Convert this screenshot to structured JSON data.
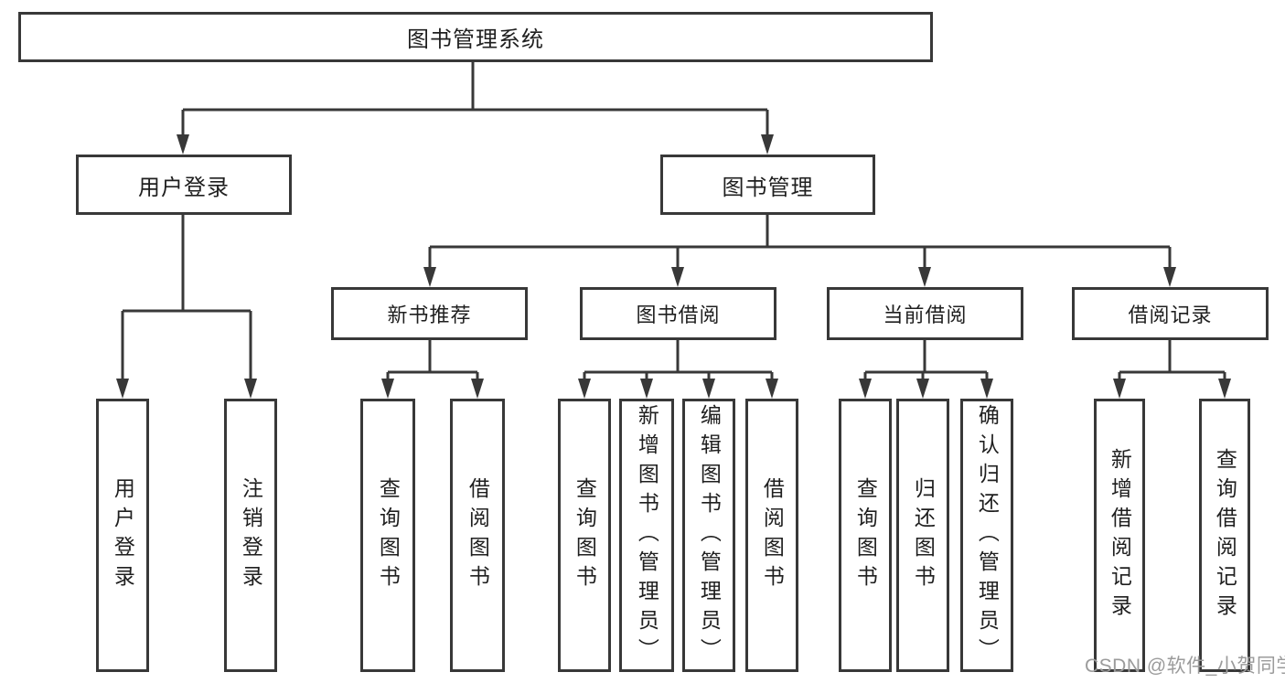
{
  "diagram": {
    "root": "图书管理系统",
    "level2": [
      "用户登录",
      "图书管理"
    ],
    "level3": [
      "新书推荐",
      "图书借阅",
      "当前借阅",
      "借阅记录"
    ],
    "leaves": [
      "用户登录",
      "注销登录",
      "查询图书",
      "借阅图书",
      "查询图书",
      "新增图书（管理员）",
      "编辑图书（管理员）",
      "借阅图书",
      "查询图书",
      "归还图书",
      "确认归还（管理员）",
      "新增借阅记录",
      "查询借阅记录"
    ]
  },
  "watermark": "CSDN @软件_小贺同学",
  "colors": {
    "line": "#383838",
    "box_border": "#383838",
    "text": "#1f1f1f",
    "background": "#ffffff",
    "watermark": "#9b9b9b"
  }
}
